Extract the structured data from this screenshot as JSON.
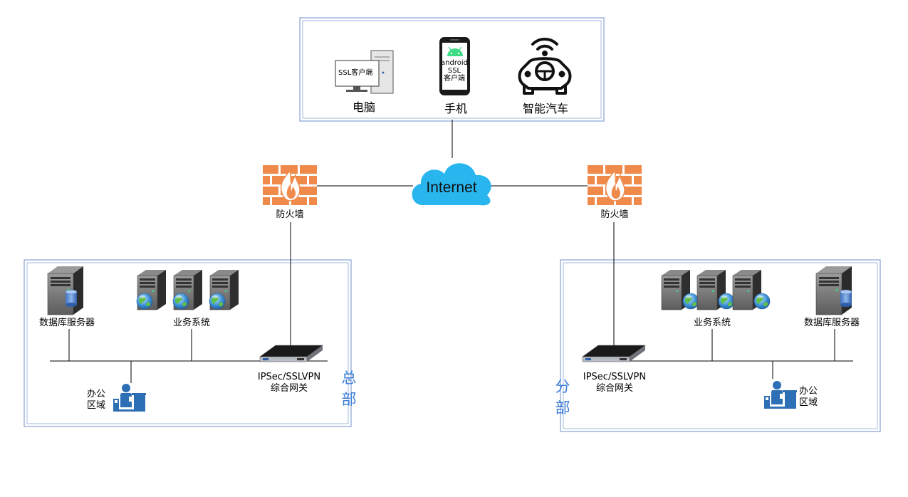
{
  "clients": {
    "pc": {
      "label": "电脑",
      "screen_text": "SSL客户端"
    },
    "phone": {
      "label": "手机",
      "screen_lines": [
        "android",
        "SSL",
        "客户端"
      ]
    },
    "car": {
      "label": "智能汽车"
    }
  },
  "internet": {
    "label": "Internet"
  },
  "firewalls": {
    "left_label": "防火墙",
    "right_label": "防火墙"
  },
  "hq": {
    "region_chars": [
      "总",
      "部"
    ],
    "db_label": "数据库服务器",
    "biz_label": "业务系统",
    "vpn_lines": [
      "IPSec/SSLVPN",
      "综合网关"
    ],
    "office_lines": [
      "办公",
      "区域"
    ]
  },
  "branch": {
    "region_chars": [
      "分",
      "部"
    ],
    "db_label": "数据库服务器",
    "biz_label": "业务系统",
    "vpn_lines": [
      "IPSec/SSLVPN",
      "综合网关"
    ],
    "office_lines": [
      "办公",
      "区域"
    ]
  },
  "colors": {
    "frame": "#8ea9d8",
    "cloud": "#29b6ef",
    "firewall": "#f08a4b",
    "region_text": "#3b7dd8",
    "office_icon": "#2d6fb4",
    "android": "#3ddc84"
  },
  "icons": {
    "pc": "desktop-computer-icon",
    "phone": "smartphone-icon",
    "car": "connected-car-icon",
    "cloud": "cloud-icon",
    "firewall": "firewall-icon",
    "db": "database-server-icon",
    "biz": "server-cluster-icon",
    "vpn": "rack-gateway-icon",
    "office": "office-worker-icon"
  }
}
